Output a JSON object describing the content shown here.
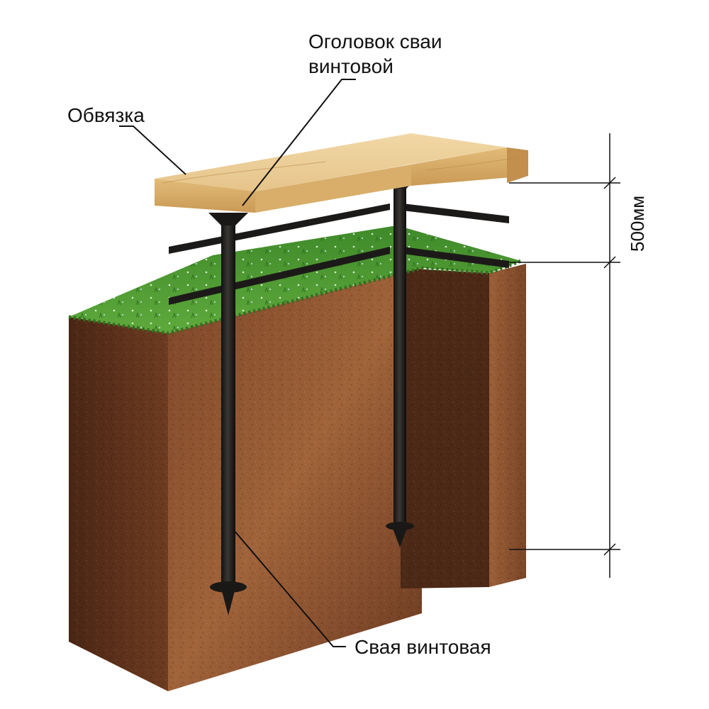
{
  "labels": {
    "pile_head": [
      "Оголовок сваи",
      "винтовой"
    ],
    "binding": "Обвязка",
    "screw_pile": "Свая винтовая",
    "dimension": "500мм"
  },
  "colors": {
    "soil": "#8a4f2c",
    "soil_dark": "#4a2615",
    "grass": "#4f9a34",
    "timber": "#e8c688",
    "steel": "#23201d",
    "leader": "#111111"
  },
  "icons": [
    "screw-pile-icon",
    "timber-beam-icon",
    "soil-block-icon"
  ]
}
